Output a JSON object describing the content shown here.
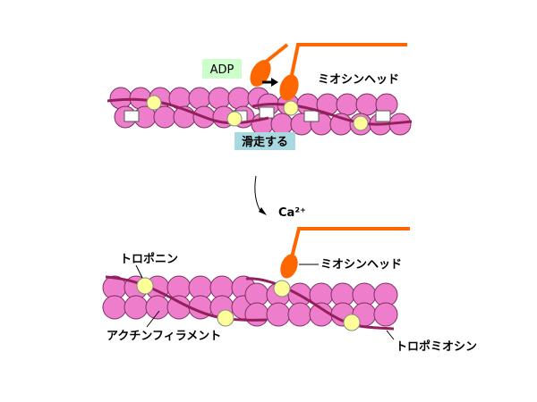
{
  "colors": {
    "actin_fill": "#ee7ecb",
    "actin_stroke": "#7a2f63",
    "tropomyosin": "#951f5c",
    "troponin_fill": "#ffff99",
    "myosin": "#fe6600",
    "adp_box": "#ccffcc",
    "slide_box": "#a8d8e0",
    "site_fill": "#ffffff"
  },
  "top": {
    "adp_label": "ADP",
    "myosin_head_label": "ミオシンヘッド",
    "slide_label": "滑走する"
  },
  "middle": {
    "calcium_label": "Ca²⁺"
  },
  "bottom": {
    "troponin_label": "トロポニン",
    "myosin_head_label": "ミオシンヘッド",
    "actin_label": "アクチンフィラメント",
    "tropomyosin_label": "トロポミオシン"
  }
}
